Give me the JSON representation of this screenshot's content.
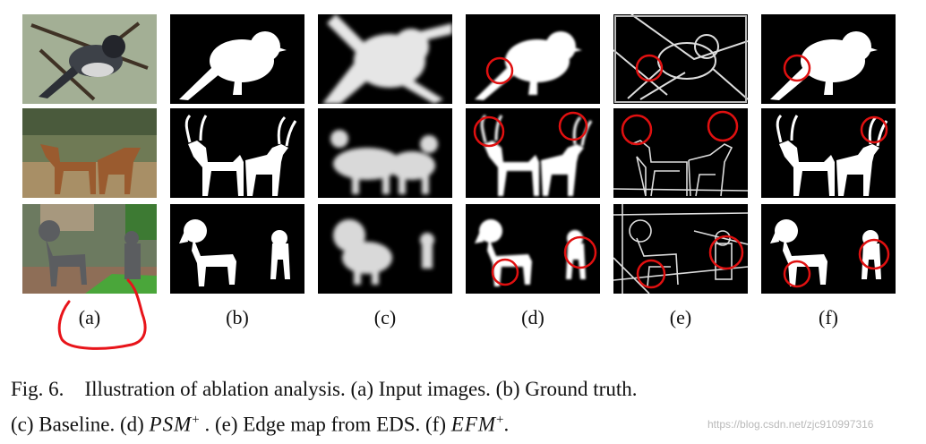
{
  "figure": {
    "column_labels": [
      "(a)",
      "(b)",
      "(c)",
      "(d)",
      "(e)",
      "(f)"
    ],
    "row_subjects": [
      "bird",
      "antelopes",
      "dogs"
    ],
    "caption": {
      "fig_label": "Fig. 6.",
      "text_1": "Illustration of ablation analysis. (a) Input images. (b) Ground truth.",
      "text_2": "(c) Baseline. (d)",
      "math_1": "PSM",
      "sup_1": "+",
      "text_3": ". (e) Edge map from EDS. (f)",
      "math_2": "EFM",
      "sup_2": "+",
      "text_4": "."
    },
    "watermark": "https://blog.csdn.net/zjc910997316",
    "colors": {
      "annotation": "#e8141a",
      "highlight_circle": "#e01010",
      "background": "#ffffff"
    }
  }
}
